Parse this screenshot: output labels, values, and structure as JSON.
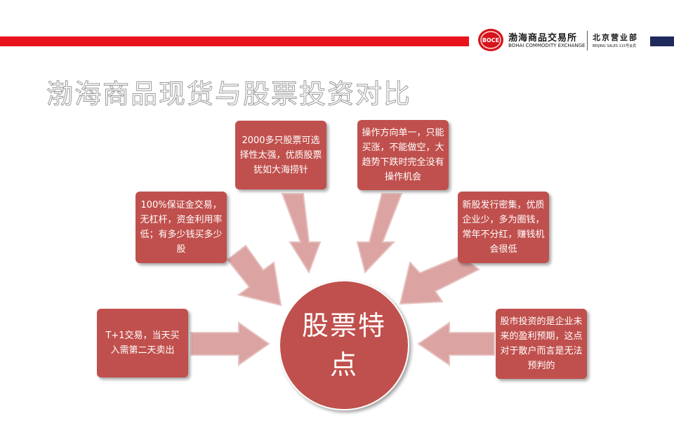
{
  "header": {
    "logo_badge": "BOCE",
    "logo_name": "渤海商品交易所",
    "logo_english": "BOHAI COMMODITY EXCHANGE",
    "branch_name": "北京营业部",
    "branch_english": "BEIJING SALES   115号会员",
    "colors": {
      "red_bar": "#e8141c",
      "navy_bar": "#1f2a5c"
    }
  },
  "title": "渤海商品现货与股票投资对比",
  "center": {
    "label": "股票特点"
  },
  "points": [
    {
      "text": "T+1交易，当天买入需第二天卖出"
    },
    {
      "text": "100%保证金交易，无杠杆，资金利用率低；有多少钱买多少股"
    },
    {
      "text": "2000多只股票可选择性太强，优质股票犹如大海捞针"
    },
    {
      "text": "操作方向单一，只能买涨，不能做空，大趋势下跌时完全没有操作机会"
    },
    {
      "text": "新股发行密集，优质企业少，多为圈钱，常年不分红，赚钱机会很低"
    },
    {
      "text": "股市投资的是企业未来的盈利预期，这点对于散户而言是无法预判的"
    }
  ],
  "colors": {
    "box_fill": "#c0504d",
    "arrow_fill": "#dba3a1",
    "arrow_stroke": "#e6c2c1"
  }
}
